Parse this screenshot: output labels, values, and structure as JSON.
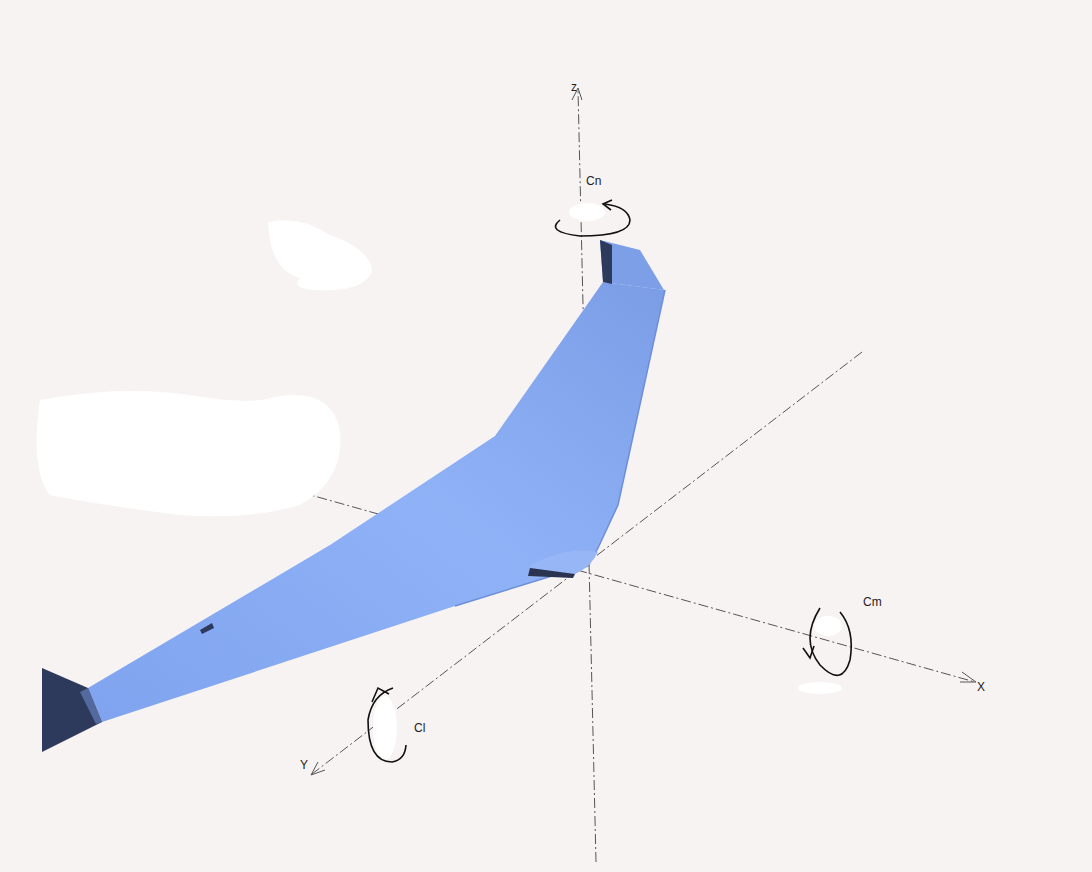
{
  "diagram": {
    "labels": [
      "z",
      "Cn",
      "Cm",
      "X",
      "Y",
      "Cl"
    ]
  }
}
